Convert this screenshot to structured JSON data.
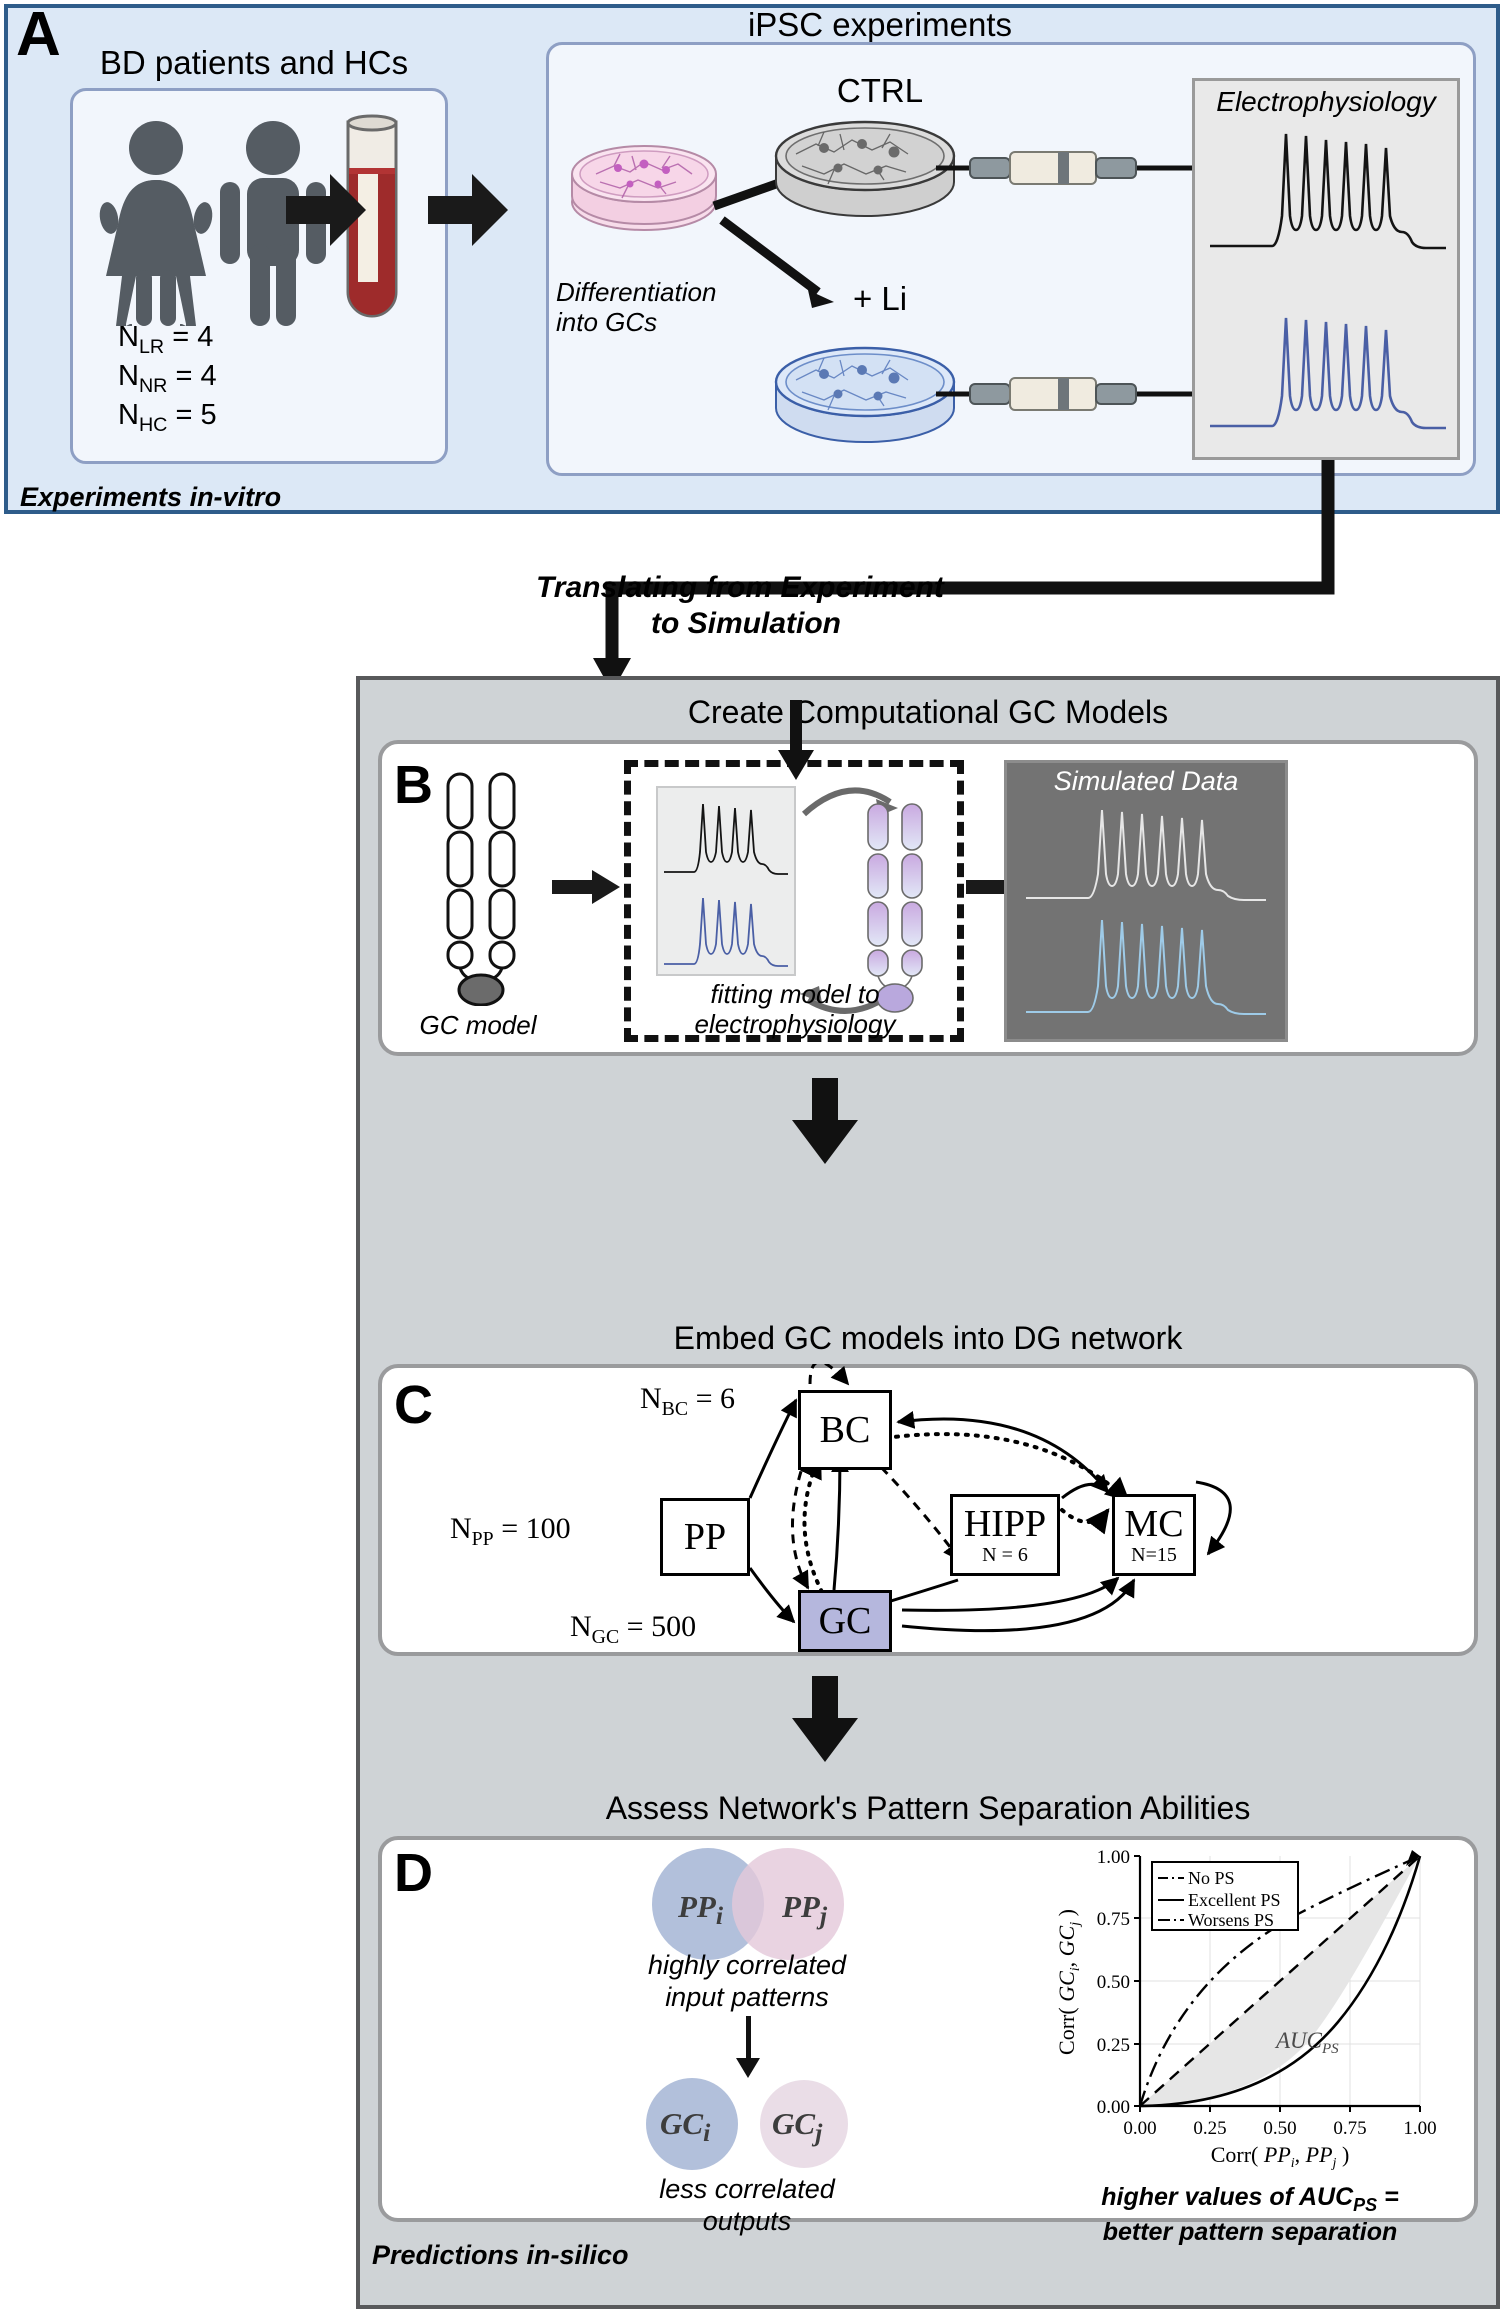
{
  "figure": {
    "panelA_letter": "A",
    "panelB_letter": "B",
    "panelC_letter": "C",
    "panelD_letter": "D"
  },
  "panelA": {
    "container_label": "Experiments in-vitro",
    "cohort_title": "BD patients and HCs",
    "counts": [
      {
        "symbol": "N",
        "subscript": "LR",
        "value": "4",
        "text": "N_LR = 4"
      },
      {
        "symbol": "N",
        "subscript": "NR",
        "value": "4",
        "text": "N_NR = 4"
      },
      {
        "symbol": "N",
        "subscript": "HC",
        "value": "5",
        "text": "N_HC = 5"
      }
    ],
    "ipsc_title": "iPSC experiments",
    "differentiation_label_line1": "Differentiation",
    "differentiation_label_line2": "into GCs",
    "ctrl_label": "CTRL",
    "li_label": "+ Li",
    "ephys_title": "Electrophysiology",
    "icons": {
      "female": "female-figure-icon",
      "male": "male-figure-icon",
      "blood_tube": "blood-tube-icon",
      "dish_pink": "petri-dish-pink-icon",
      "dish_gray": "petri-dish-gray-icon",
      "dish_blue": "petri-dish-blue-icon",
      "pipette": "patch-pipette-icon"
    },
    "colors": {
      "panel_bg": "#dce8f6",
      "panel_border": "#2e5c8a",
      "card_bg": "#f2f6fc",
      "card_border": "#8e9fc4",
      "ctrl_trace": "#141414",
      "li_trace": "#4a5fa5",
      "blood_red": "#9e2b2b",
      "dish_pink": "#f6d3e3",
      "dish_blue": "#d3e2f3"
    }
  },
  "transition": {
    "label_line1": "Translating from Experiment",
    "label_line2": "to Simulation"
  },
  "insilico": {
    "container_label": "Predictions in-silico",
    "colors": {
      "panel_bg": "#cfd3d6",
      "panel_border": "#58595b",
      "card_bg": "#ffffff",
      "card_border": "#9a9b9d"
    }
  },
  "panelB": {
    "section_title": "Create Computational GC Models",
    "gc_model_label": "GC model",
    "fitting_label_line1": "fitting model to",
    "fitting_label_line2": "electrophysiology",
    "simulated_data_title": "Simulated Data",
    "colors": {
      "sim_bg": "#737373",
      "sim_trace_ctrl": "#e6e6e6",
      "sim_trace_li": "#9ecbe8",
      "soma_fill": "#6b6b6b",
      "compartment_top": "#c9a9e0",
      "compartment_bottom": "#dfe6f5"
    }
  },
  "panelC": {
    "section_title": "Embed GC models into DG network",
    "nodes": [
      {
        "id": "PP",
        "name": "PP",
        "sub": "",
        "count_label": "N_PP = 100",
        "count_sub": "PP",
        "count_value": "100"
      },
      {
        "id": "BC",
        "name": "BC",
        "sub": "",
        "count_label": "N_BC = 6",
        "count_sub": "BC",
        "count_value": "6"
      },
      {
        "id": "GC",
        "name": "GC",
        "sub": "",
        "count_label": "N_GC = 500",
        "count_sub": "GC",
        "count_value": "500"
      },
      {
        "id": "HIPP",
        "name": "HIPP",
        "sub": "N = 6",
        "count_label": "",
        "count_sub": "",
        "count_value": "6"
      },
      {
        "id": "MC",
        "name": "MC",
        "sub": "N=15",
        "count_label": "",
        "count_sub": "",
        "count_value": "15"
      }
    ],
    "gc_highlight_color": "#b5b7dd",
    "edge_styles": {
      "excitatory": "solid",
      "inhibitory": "dashed/dotted"
    }
  },
  "panelD": {
    "section_title": "Assess Network's Pattern Separation Abilities",
    "venn_top_left": "PP",
    "venn_top_left_sub": "i",
    "venn_top_right": "PP",
    "venn_top_right_sub": "j",
    "venn_bottom_left": "GC",
    "venn_bottom_left_sub": "i",
    "venn_bottom_right": "GC",
    "venn_bottom_right_sub": "j",
    "input_caption_line1": "highly correlated",
    "input_caption_line2": "input patterns",
    "output_caption_line1": "less correlated",
    "output_caption_line2": "outputs",
    "auc_caption_line1": "higher values of AUC",
    "auc_caption_sub": "PS",
    "auc_caption_line1_end": " =",
    "auc_caption_line2": "better pattern separation",
    "colors": {
      "blue_circle": "#aebdd9",
      "pink_circle": "#e3c8da",
      "auc_fill": "#e6e6e6"
    }
  },
  "chart_data": {
    "type": "line",
    "title": "",
    "xlabel": "Corr( PP_i, PP_j )",
    "xlabel_parts": {
      "fn": "Corr(",
      "a": "PP",
      "a_sub": "i",
      "sep": ",",
      "b": "PP",
      "b_sub": "j",
      "close": ")"
    },
    "ylabel": "Corr( GC_i, GC_j )",
    "ylabel_parts": {
      "fn": "Corr(",
      "a": "GC",
      "a_sub": "i",
      "sep": ",",
      "b": "GC",
      "b_sub": "j",
      "close": ")"
    },
    "xlim": [
      0.0,
      1.0
    ],
    "ylim": [
      0.0,
      1.0
    ],
    "xticks": [
      "0.00",
      "0.25",
      "0.50",
      "0.75",
      "1.00"
    ],
    "yticks": [
      "0.00",
      "0.25",
      "0.50",
      "0.75",
      "1.00"
    ],
    "grid": true,
    "legend_position": "upper-left",
    "annotation": "AUC",
    "annotation_sub": "PS",
    "series": [
      {
        "name": "No PS",
        "style": "dashed",
        "x": [
          0.0,
          0.125,
          0.25,
          0.375,
          0.5,
          0.625,
          0.75,
          0.875,
          1.0
        ],
        "y": [
          0.0,
          0.125,
          0.25,
          0.375,
          0.5,
          0.625,
          0.75,
          0.875,
          1.0
        ]
      },
      {
        "name": "Excellent PS",
        "style": "solid",
        "x": [
          0.0,
          0.125,
          0.25,
          0.375,
          0.5,
          0.625,
          0.75,
          0.875,
          1.0
        ],
        "y": [
          0.0,
          0.004,
          0.016,
          0.04,
          0.08,
          0.16,
          0.3,
          0.56,
          1.0
        ]
      },
      {
        "name": "Worsens PS",
        "style": "dash-dot",
        "x": [
          0.0,
          0.125,
          0.25,
          0.375,
          0.5,
          0.625,
          0.75,
          0.875,
          1.0
        ],
        "y": [
          0.0,
          0.33,
          0.5,
          0.625,
          0.72,
          0.8,
          0.87,
          0.94,
          1.0
        ]
      }
    ],
    "legend_entries": [
      "No PS",
      "Excellent PS",
      "Worsens PS"
    ]
  }
}
